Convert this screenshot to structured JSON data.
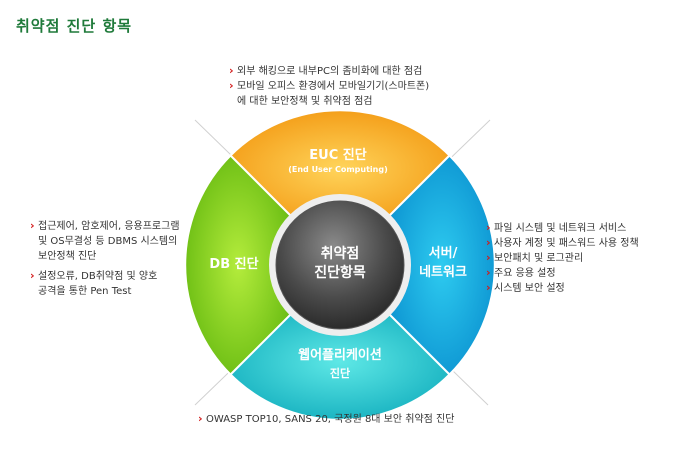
{
  "title": "취약점 진단 항목",
  "center": {
    "line1": "취약점",
    "line2": "진단항목"
  },
  "segments": {
    "top": {
      "label": "EUC 진단",
      "sub": "(End User Computing)",
      "color": "#f7a21b"
    },
    "right": {
      "line1": "서버/",
      "line2": "네트워크",
      "color": "#1aa5df"
    },
    "bottom": {
      "line1": "웹어플리케이션",
      "line2": "진단",
      "color": "#22c3c9"
    },
    "left": {
      "label": "DB 진단",
      "color": "#7ccd1e"
    }
  },
  "notes": {
    "top": [
      "외부 해킹으로 내부PC의 좀비화에 대한 점검",
      "모바일 오피스 환경에서 모바일기기(스마트폰)",
      "에 대한 보안정책 및 취약점 점검"
    ],
    "left": [
      "접근제어, 암호제어, 응용프로그램",
      "및 OS무결성 등 DBMS 시스템의",
      "보안정책 진단",
      "설정오류, DB취약점 및 양호",
      "공격을 통한 Pen Test"
    ],
    "right": [
      "파일 시스템 및 네트워크 서비스",
      "사용자 계정 및 패스워드 사용 정책",
      "보안패치 및 로그관리",
      "주요 응용 설정",
      "시스템 보안 설정"
    ],
    "bottom": [
      "OWASP TOP10, SANS 20, 국정원 8대 보안 취약점 진단"
    ]
  }
}
